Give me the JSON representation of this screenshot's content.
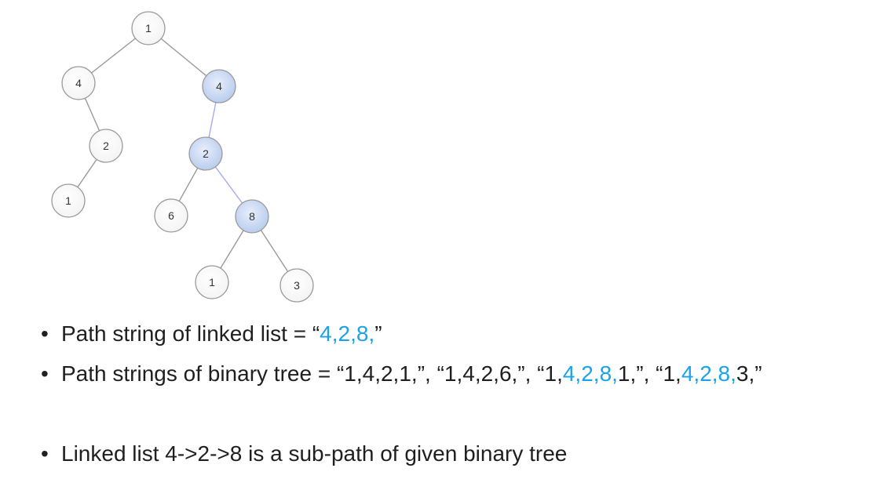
{
  "colors": {
    "highlight_text": "#1aa3e8",
    "body_text": "#1f1f1f",
    "node_fill_plain": "#ffffff",
    "node_fill_highlight": "#c9d8f2",
    "node_stroke": "#9a9a9a",
    "edge_plain": "#9a9a9a",
    "edge_highlight": "#a8a8f0"
  },
  "tree": {
    "nodes": [
      {
        "id": "root",
        "label": "1",
        "highlight": false
      },
      {
        "id": "left-4",
        "label": "4",
        "highlight": false
      },
      {
        "id": "right-4",
        "label": "4",
        "highlight": true
      },
      {
        "id": "left-2",
        "label": "2",
        "highlight": false
      },
      {
        "id": "left-1",
        "label": "1",
        "highlight": false
      },
      {
        "id": "right-2",
        "label": "2",
        "highlight": true
      },
      {
        "id": "leaf-6",
        "label": "6",
        "highlight": false
      },
      {
        "id": "right-8",
        "label": "8",
        "highlight": true
      },
      {
        "id": "leaf-1",
        "label": "1",
        "highlight": false
      },
      {
        "id": "leaf-3",
        "label": "3",
        "highlight": false
      }
    ],
    "edges": [
      {
        "from": "root",
        "to": "left-4",
        "highlight": false
      },
      {
        "from": "root",
        "to": "right-4",
        "highlight": false
      },
      {
        "from": "left-4",
        "to": "left-2",
        "highlight": false
      },
      {
        "from": "left-2",
        "to": "left-1",
        "highlight": false
      },
      {
        "from": "right-4",
        "to": "right-2",
        "highlight": true
      },
      {
        "from": "right-2",
        "to": "leaf-6",
        "highlight": false
      },
      {
        "from": "right-2",
        "to": "right-8",
        "highlight": true
      },
      {
        "from": "right-8",
        "to": "leaf-1",
        "highlight": false
      },
      {
        "from": "right-8",
        "to": "leaf-3",
        "highlight": false
      }
    ]
  },
  "bullets": {
    "bullet_char": "•",
    "line1": {
      "prefix": "Path string of linked list = “",
      "hl": "4,2,8,",
      "suffix": "”"
    },
    "line2": {
      "prefix": "Path strings of binary tree = “1,4,2,1,”, “1,4,2,6,”, “1,",
      "hl1": "4,2,8,",
      "mid": "1,”, “1,",
      "hl2": "4,2,8,",
      "suffix": "3,”"
    },
    "line3": {
      "text": "Linked list 4->2->8 is a sub-path of given binary tree"
    }
  }
}
